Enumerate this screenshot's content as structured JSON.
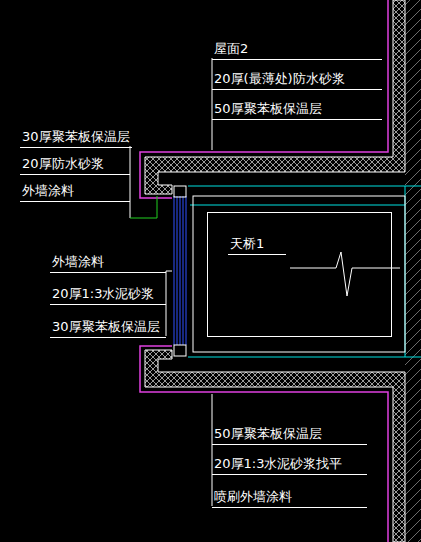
{
  "diagram": {
    "nodes": [
      {
        "text": [
          "天桥1"
        ]
      }
    ],
    "labels": [
      "屋面2",
      "20厚(最薄处)防水砂浆",
      "50厚聚苯板保温层",
      "30厚聚苯板保温层",
      "20厚防水砂浆",
      "外墙涂料",
      "外墙涂料",
      "20厚1:3水泥砂浆",
      "30厚聚苯板保温层",
      "50厚聚苯板保温层",
      "20厚1:3水泥砂浆找平",
      "喷刷外墙涂料"
    ]
  }
}
